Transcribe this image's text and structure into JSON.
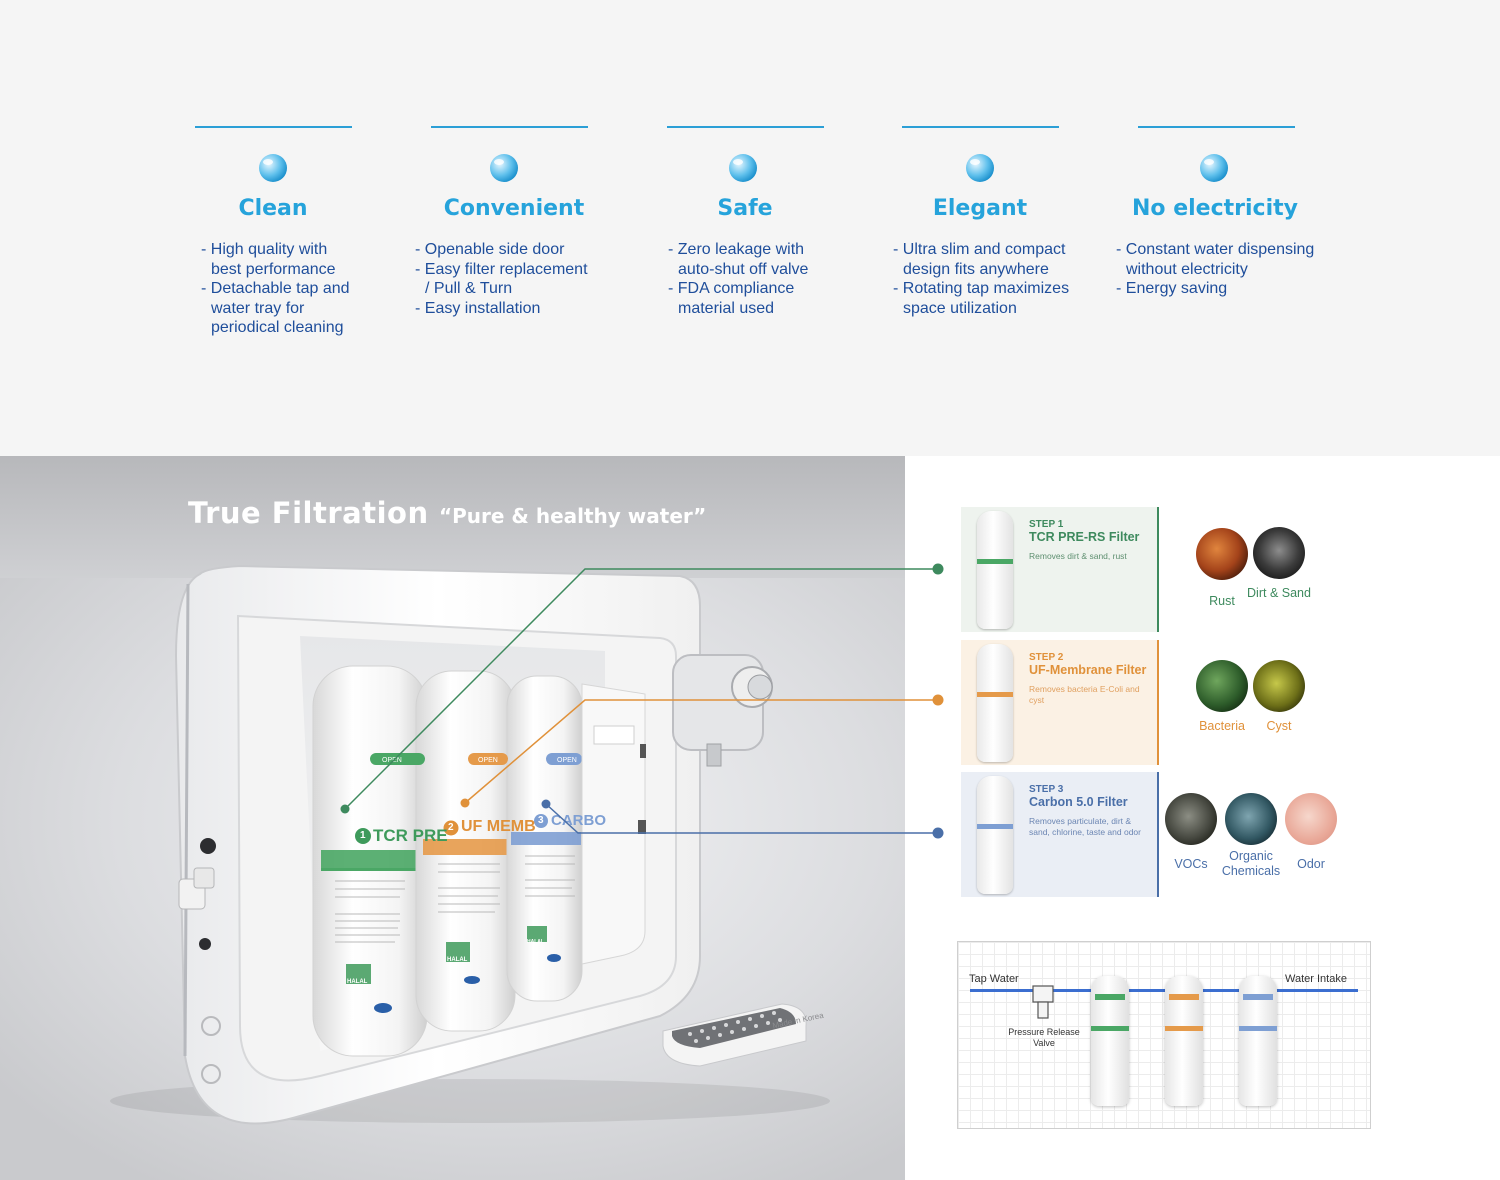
{
  "features": [
    {
      "title": "Clean",
      "bullets": [
        [
          "- High quality with",
          "best performance"
        ],
        [
          "- Detachable tap and",
          "water tray for",
          "periodical cleaning"
        ]
      ]
    },
    {
      "title": "Convenient",
      "bullets": [
        [
          "- Openable side door"
        ],
        [
          "- Easy filter replacement",
          "/ Pull & Turn"
        ],
        [
          "- Easy installation"
        ]
      ]
    },
    {
      "title": "Safe",
      "bullets": [
        [
          "- Zero leakage with",
          "auto-shut off valve"
        ],
        [
          "- FDA compliance",
          "material used"
        ]
      ]
    },
    {
      "title": "Elegant",
      "bullets": [
        [
          "- Ultra slim and compact",
          "design fits anywhere"
        ],
        [
          "- Rotating tap maximizes",
          "space utilization"
        ]
      ]
    },
    {
      "title": "No electricity",
      "bullets": [
        [
          "- Constant water dispensing",
          "without electricity"
        ],
        [
          "- Energy saving"
        ]
      ]
    }
  ],
  "true_filtration": {
    "title": "True Filtration",
    "subtitle": "“Pure & healthy water”"
  },
  "product_labels": {
    "f1": "TCR PRE",
    "f1_num": "1",
    "f2": "UF MEMB",
    "f2_num": "2",
    "f3": "CARBO",
    "f3_num": "3",
    "open": "OPEN",
    "halal": "HALAL",
    "made_in": "Made in Korea"
  },
  "steps": [
    {
      "label": "STEP 1",
      "name": "TCR PRE-RS Filter",
      "desc": "Removes dirt & sand, rust",
      "color": "#3e8a5e",
      "bg": "#eef3ee"
    },
    {
      "label": "STEP 2",
      "name": "UF-Membrane Filter",
      "desc": "Removes bacteria E-Coli and cyst",
      "color": "#e0913a",
      "bg": "#fbf1e4"
    },
    {
      "label": "STEP 3",
      "name": "Carbon 5.0 Filter",
      "desc": "Removes particulate, dirt & sand, chlorine, taste and odor",
      "color": "#4a6fa8",
      "bg": "#eaeef5"
    }
  ],
  "contaminants": {
    "step1": [
      {
        "name": "Rust"
      },
      {
        "name": "Dirt & Sand"
      }
    ],
    "step2": [
      {
        "name": "Bacteria"
      },
      {
        "name": "Cyst"
      }
    ],
    "step3": [
      {
        "name": "VOCs"
      },
      {
        "name": "Organic Chemicals"
      },
      {
        "name": "Odor"
      }
    ]
  },
  "flow": {
    "tap_water": "Tap Water",
    "water_intake": "Water Intake",
    "valve": "Pressure Release Valve"
  },
  "colors": {
    "accent": "#26a3db",
    "text_blue": "#1f4e9b",
    "green": "#3e8a5e",
    "orange": "#e0913a",
    "blue": "#4a6fa8"
  },
  "icons": {
    "feature_icon": "water-drop-icon"
  }
}
